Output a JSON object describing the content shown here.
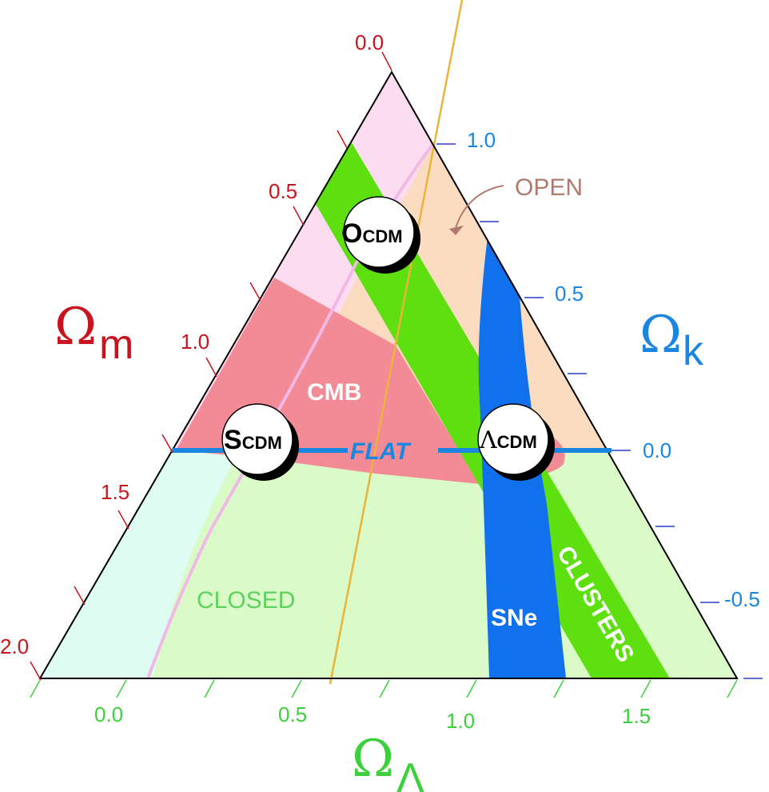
{
  "axes": {
    "m": {
      "symbol": "Ω",
      "sub": "m",
      "color": "#c8141e",
      "ticks": [
        "0.0",
        "0.5",
        "1.0",
        "1.5",
        "2.0"
      ]
    },
    "k": {
      "symbol": "Ω",
      "sub": "k",
      "color": "#1a86e0",
      "ticks": [
        "1.0",
        "0.5",
        "0.0",
        "-0.5"
      ]
    },
    "lambda": {
      "symbol": "Ω",
      "sub": "Λ",
      "color": "#3ecf3e",
      "ticks": [
        "0.0",
        "0.5",
        "1.0",
        "1.5"
      ]
    }
  },
  "regions": {
    "open": {
      "label": "OPEN",
      "color": "#b07a6e"
    },
    "closed": {
      "label": "CLOSED",
      "color": "#5fd15f"
    },
    "cmb": {
      "label": "CMB",
      "color": "#ffffff"
    },
    "flat": {
      "label": "FLAT",
      "color": "#1a86e0"
    },
    "sne": {
      "label": "SNe",
      "color": "#ffffff"
    },
    "clusters": {
      "label": "CLUSTERS",
      "color": "#ffffff"
    }
  },
  "models": [
    {
      "id": "ocdm",
      "initial": "O",
      "rest": "CDM"
    },
    {
      "id": "scdm",
      "initial": "S",
      "rest": "CDM"
    },
    {
      "id": "lcdm",
      "initial": "Λ",
      "rest": "CDM"
    }
  ]
}
